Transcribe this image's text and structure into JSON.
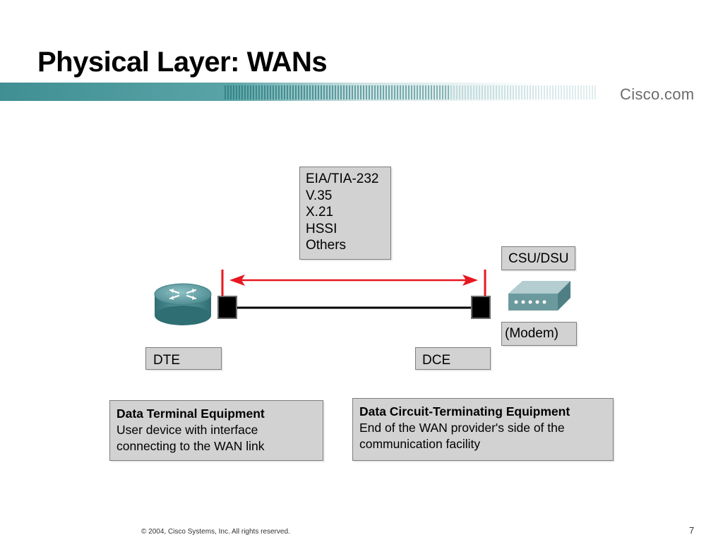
{
  "slide": {
    "title": "Physical Layer: WANs",
    "brand": "Cisco.com",
    "footer": "© 2004, Cisco Systems, Inc. All rights reserved.",
    "page_number": "7"
  },
  "standards": [
    "EIA/TIA-232",
    "V.35",
    "X.21",
    "HSSI",
    "Others"
  ],
  "labels": {
    "csu_dsu": "CSU/DSU",
    "modem": "(Modem)",
    "dte": "DTE",
    "dce": "DCE"
  },
  "descriptions": {
    "dte": {
      "title": "Data Terminal Equipment",
      "body": "User device with interface\nconnecting to the WAN link"
    },
    "dce": {
      "title": "Data Circuit-Terminating Equipment",
      "body": "End of the WAN provider's side of the\ncommunication facility"
    }
  },
  "colors": {
    "banner": "#4a9b9e",
    "arrow": "#e8171f",
    "router": "#4f8d92",
    "box_fill": "#d2d2d2"
  },
  "icons": [
    "router-icon",
    "csu-dsu-icon"
  ]
}
